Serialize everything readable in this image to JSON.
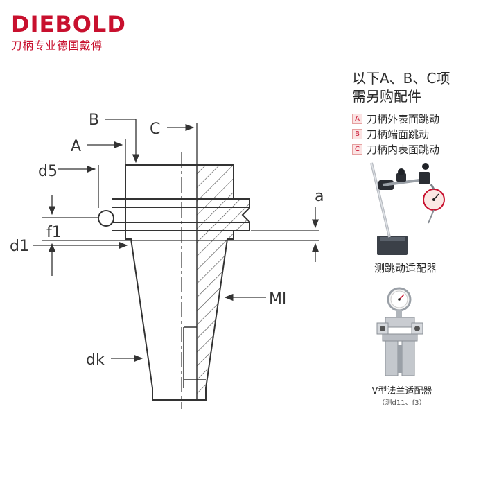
{
  "brand": {
    "name": "DIEBOLD",
    "subtitle": "刀柄专业德国戴傅",
    "color": "#c8102e"
  },
  "diagram": {
    "labels": {
      "B": "B",
      "C": "C",
      "A": "A",
      "d5": "d5",
      "a": "a",
      "f1": "f1",
      "d1": "d1",
      "Ml": "Ml",
      "dk": "dk"
    }
  },
  "panel": {
    "title_line1": "以下A、B、C项",
    "title_line2": "需另购配件",
    "items": [
      {
        "badge": "A",
        "text": "刀柄外表面跳动"
      },
      {
        "badge": "B",
        "text": "刀柄端面跳动"
      },
      {
        "badge": "C",
        "text": "刀柄内表面跳动"
      }
    ]
  },
  "accessories": [
    {
      "caption": "测跳动适配器",
      "icon": "dial-indicator-stand"
    },
    {
      "caption": "V型法兰适配器",
      "note": "（测d11、f3）",
      "icon": "v-flange-adapter"
    }
  ]
}
